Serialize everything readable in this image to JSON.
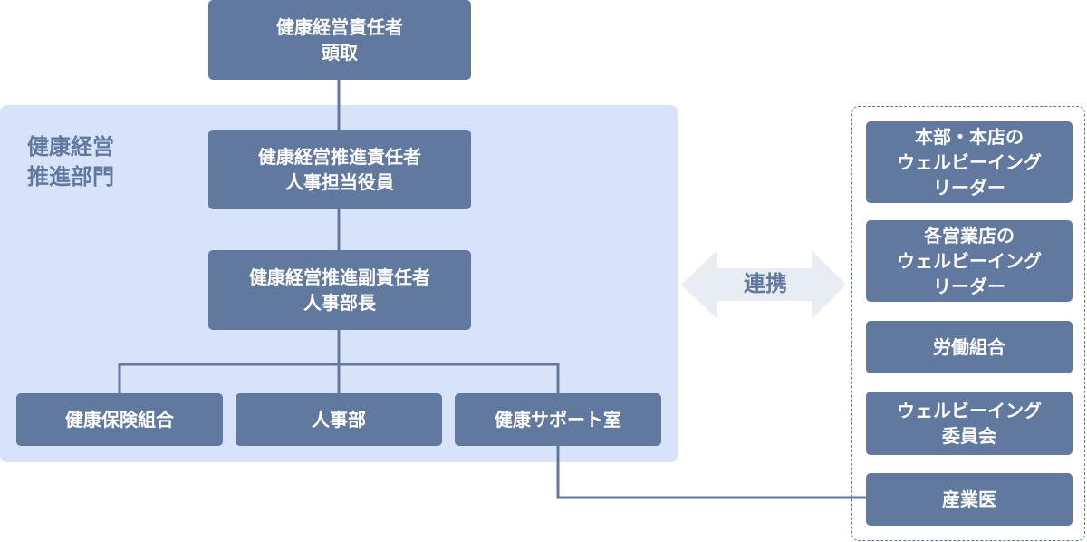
{
  "colors": {
    "box": "#62799f",
    "dept_area": "#d6e3f8",
    "arrow": "#e8edf3",
    "text_light": "#ffffff"
  },
  "department_label": "健康経営\n推進部門",
  "top": {
    "chief": {
      "line1": "健康経営責任者",
      "line2": "頭取"
    }
  },
  "dept": {
    "officer": {
      "line1": "健康経営推進責任者",
      "line2": "人事担当役員"
    },
    "deputy": {
      "line1": "健康経営推進副責任者",
      "line2": "人事部長"
    },
    "units": [
      "健康保険組合",
      "人事部",
      "健康サポート室"
    ]
  },
  "link_label": "連携",
  "partners": {
    "hq_leader": [
      "本部・本店の",
      "ウェルビーイング",
      "リーダー"
    ],
    "branch_leader": [
      "各営業店の",
      "ウェルビーイング",
      "リーダー"
    ],
    "union": "労働組合",
    "committee": [
      "ウェルビーイング",
      "委員会"
    ],
    "physician": "産業医"
  }
}
